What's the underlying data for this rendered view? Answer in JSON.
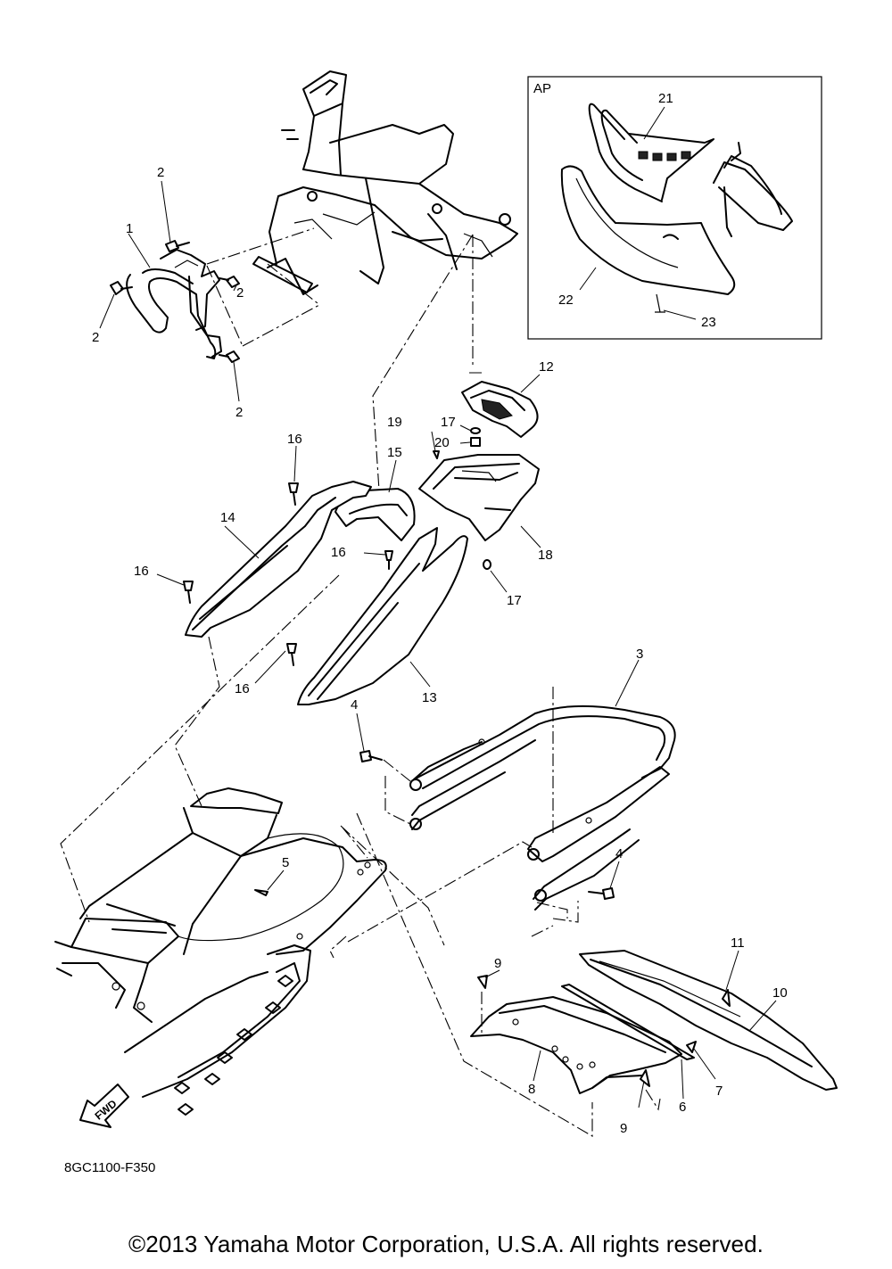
{
  "reference_code": "8GC1100-F350",
  "copyright": "©2013 Yamaha Motor Corporation, U.S.A. All rights reserved.",
  "inset_label": "AP",
  "fwd_label": "FWD",
  "callouts": {
    "c1": "1",
    "c2a": "2",
    "c2b": "2",
    "c2c": "2",
    "c2d": "2",
    "c3": "3",
    "c4a": "4",
    "c4b": "4",
    "c5": "5",
    "c6": "6",
    "c7": "7",
    "c8": "8",
    "c9a": "9",
    "c9b": "9",
    "c10": "10",
    "c11": "11",
    "c12": "12",
    "c13": "13",
    "c14": "14",
    "c15": "15",
    "c16a": "16",
    "c16b": "16",
    "c16c": "16",
    "c16d": "16",
    "c17a": "17",
    "c17b": "17",
    "c18": "18",
    "c19": "19",
    "c20": "20",
    "c21": "21",
    "c22": "22",
    "c23": "23"
  }
}
